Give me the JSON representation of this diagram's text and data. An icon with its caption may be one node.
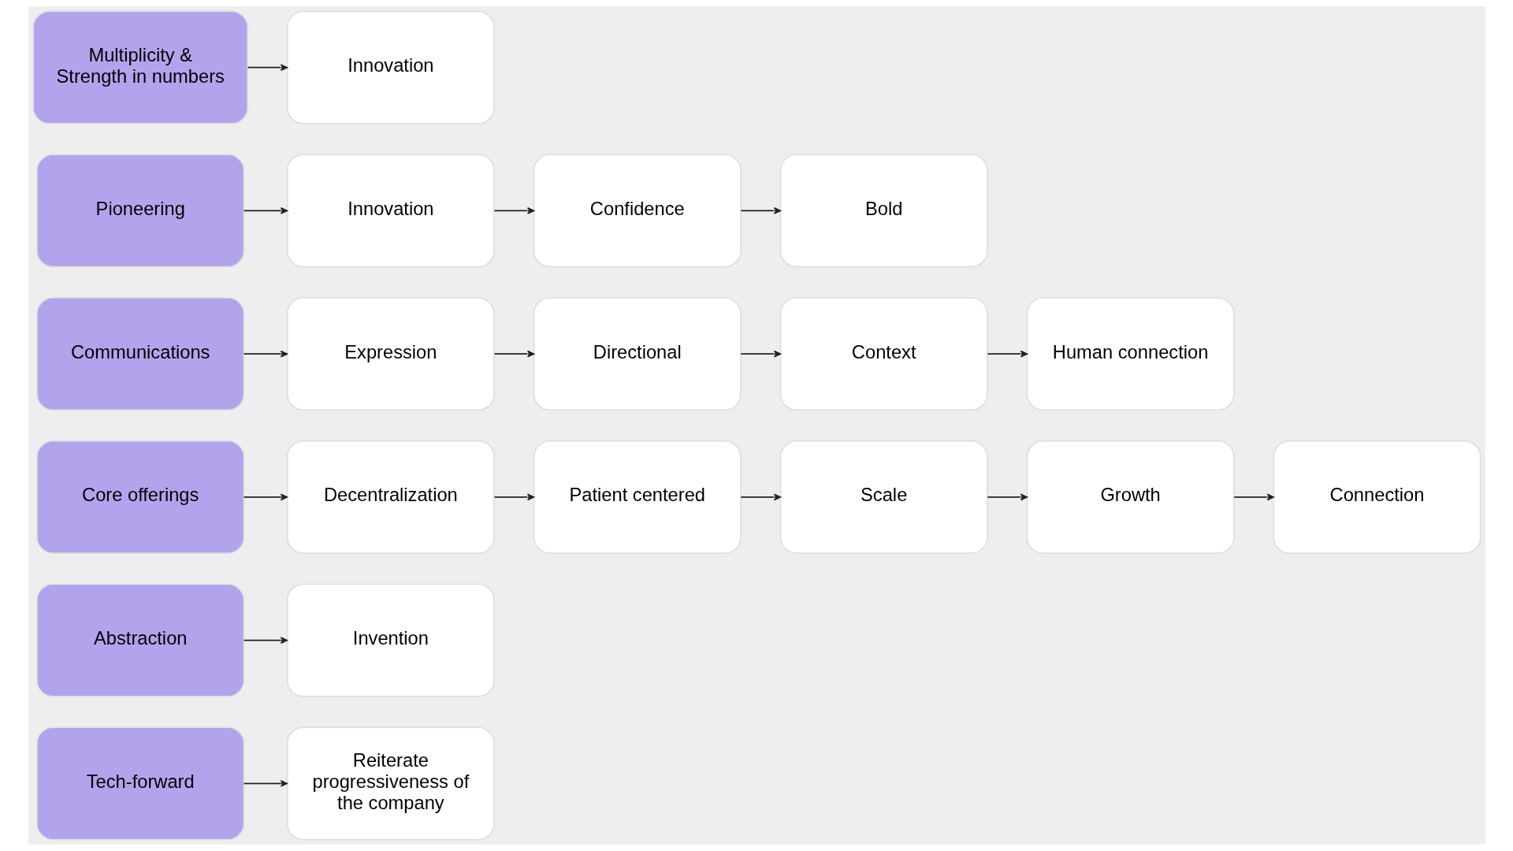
{
  "diagram": {
    "nodes": [
      {
        "text": [
          "Tech-forward"
        ]
      },
      {
        "text": [
          "Reiterate progressiveness of the company"
        ]
      },
      {
        "text": [
          "Abstraction"
        ]
      },
      {
        "text": [
          "Invention"
        ]
      },
      {
        "text": [
          "Core offerings"
        ]
      },
      {
        "text": [
          "Decentralization"
        ]
      },
      {
        "text": [
          "Patient centered"
        ]
      },
      {
        "text": [
          "Scale"
        ]
      },
      {
        "text": [
          "Growth"
        ]
      },
      {
        "text": [
          "Connection"
        ]
      },
      {
        "text": [
          "Communications"
        ]
      },
      {
        "text": [
          "Expression"
        ]
      },
      {
        "text": [
          "Directional"
        ]
      },
      {
        "text": [
          "Context"
        ]
      },
      {
        "text": [
          "Human connection"
        ]
      },
      {
        "text": [
          "Pioneering"
        ]
      },
      {
        "text": [
          "Innovation"
        ]
      },
      {
        "text": [
          "Confidence"
        ]
      },
      {
        "text": [
          "Bold"
        ]
      },
      {
        "text": [
          "Multiplicity & Strength in numbers"
        ]
      },
      {
        "text": [
          "Innovation"
        ]
      }
    ],
    "edges": [
      {
        "from": 0,
        "to": 1,
        "arrow": "to"
      },
      {
        "from": 2,
        "to": 3,
        "arrow": "to"
      },
      {
        "from": 4,
        "to": 5,
        "arrow": "to"
      },
      {
        "from": 5,
        "to": 6,
        "arrow": "to"
      },
      {
        "from": 6,
        "to": 7,
        "arrow": "to"
      },
      {
        "from": 7,
        "to": 8,
        "arrow": "to"
      },
      {
        "from": 8,
        "to": 9,
        "arrow": "to"
      },
      {
        "from": 10,
        "to": 11,
        "arrow": "to"
      },
      {
        "from": 11,
        "to": 12,
        "arrow": "to"
      },
      {
        "from": 12,
        "to": 13,
        "arrow": "to"
      },
      {
        "from": 13,
        "to": 14,
        "arrow": "to"
      },
      {
        "from": 15,
        "to": 16,
        "arrow": "to"
      },
      {
        "from": 16,
        "to": 17,
        "arrow": "to"
      },
      {
        "from": 17,
        "to": 18,
        "arrow": "to"
      },
      {
        "from": 19,
        "to": 20,
        "arrow": "to"
      }
    ]
  }
}
